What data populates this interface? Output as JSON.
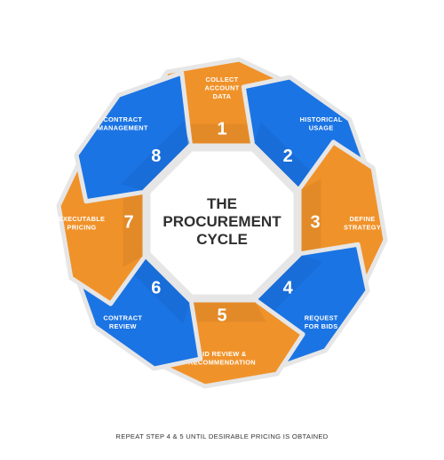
{
  "diagram": {
    "title_lines": [
      "THE",
      "PROCUREMENT",
      "CYCLE"
    ],
    "steps": [
      {
        "number": "1",
        "label_lines": [
          "COLLECT",
          "ACCOUNT",
          "DATA"
        ],
        "color": "#f0922a"
      },
      {
        "number": "2",
        "label_lines": [
          "HISTORICAL",
          "USAGE"
        ],
        "color": "#1b74e4"
      },
      {
        "number": "3",
        "label_lines": [
          "DEFINE",
          "STRATEGY"
        ],
        "color": "#f0922a"
      },
      {
        "number": "4",
        "label_lines": [
          "REQUEST",
          "FOR BIDS"
        ],
        "color": "#1b74e4"
      },
      {
        "number": "5",
        "label_lines": [
          "BID REVIEW &",
          "RECOMMENDATION"
        ],
        "color": "#f0922a"
      },
      {
        "number": "6",
        "label_lines": [
          "CONTRACT",
          "REVIEW"
        ],
        "color": "#1b74e4"
      },
      {
        "number": "7",
        "label_lines": [
          "EXECUTABLE",
          "PRICING"
        ],
        "color": "#f0922a"
      },
      {
        "number": "8",
        "label_lines": [
          "CONTRACT",
          "MANAGEMENT"
        ],
        "color": "#1b74e4"
      }
    ],
    "colors": {
      "orange": "#f0922a",
      "blue": "#1b74e4",
      "border": "#e6e6e6",
      "title": "#2f2f2f"
    }
  },
  "footnote": "REPEAT STEP 4 & 5 UNTIL DESIRABLE PRICING IS OBTAINED"
}
